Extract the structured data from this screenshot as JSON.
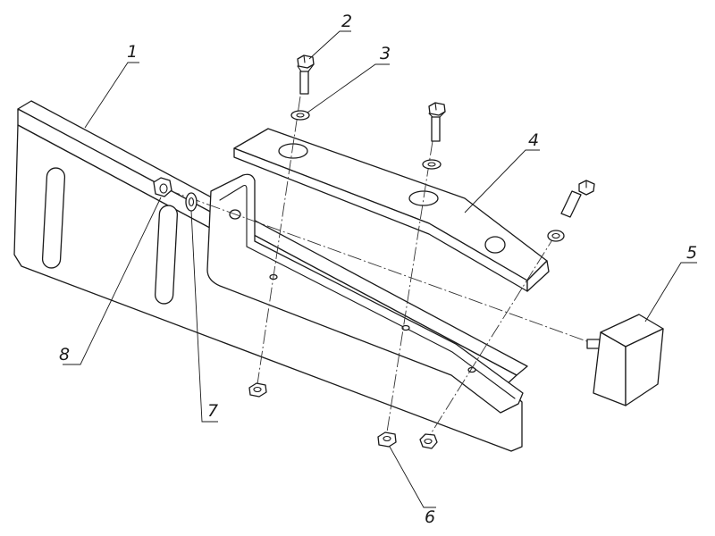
{
  "callouts": {
    "part_1": "1",
    "part_2": "2",
    "part_3": "3",
    "part_4": "4",
    "part_5": "5",
    "part_6": "6",
    "part_7": "7",
    "part_8": "8"
  },
  "colors": {
    "line": "#1a1a1a",
    "background": "#ffffff"
  }
}
